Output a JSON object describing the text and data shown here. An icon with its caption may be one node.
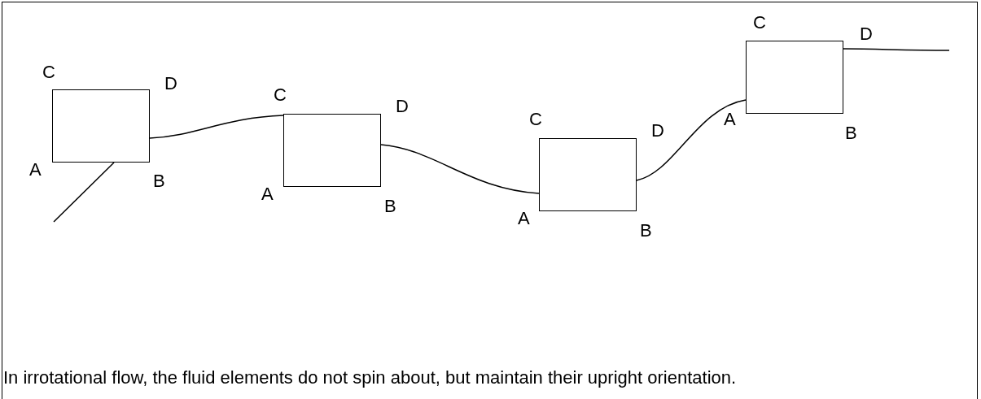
{
  "diagram": {
    "caption": "In irrotational flow, the fluid elements do not spin about, but maintain their upright orientation.",
    "nodes": [
      {
        "text": [],
        "shape": "box",
        "beside": [
          "C",
          "D",
          "A",
          "B"
        ]
      },
      {
        "text": [],
        "shape": "box",
        "beside": [
          "C",
          "D",
          "A",
          "B"
        ]
      },
      {
        "text": [],
        "shape": "box",
        "beside": [
          "C",
          "D",
          "A",
          "B"
        ]
      },
      {
        "text": [],
        "shape": "box",
        "beside": [
          "C",
          "D",
          "A",
          "B"
        ]
      }
    ],
    "edges": [
      {
        "from": null,
        "to": 0,
        "arrow": "none"
      },
      {
        "from": 0,
        "to": 1,
        "arrow": "none"
      },
      {
        "from": 1,
        "to": 2,
        "arrow": "none"
      },
      {
        "from": 2,
        "to": 3,
        "arrow": "none"
      },
      {
        "from": 3,
        "to": null,
        "arrow": "none"
      }
    ]
  }
}
